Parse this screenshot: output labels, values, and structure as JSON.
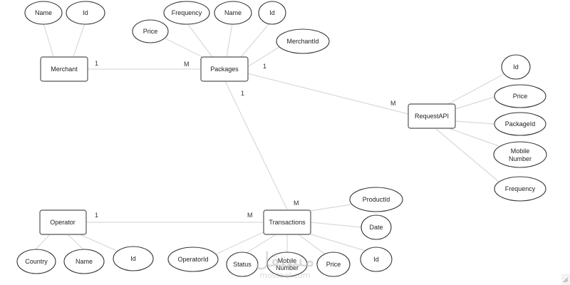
{
  "entities": {
    "merchant": "Merchant",
    "packages": "Packages",
    "requestapi": "RequestAPI",
    "operator": "Operator",
    "transactions": "Transactions"
  },
  "attributes": {
    "merchant_name": "Name",
    "merchant_id": "Id",
    "packages_price": "Price",
    "packages_frequency": "Frequency",
    "packages_name": "Name",
    "packages_id": "Id",
    "packages_merchantid": "MerchantId",
    "requestapi_id": "Id",
    "requestapi_price": "Price",
    "requestapi_packageid": "PackageId",
    "requestapi_mobile_1": "Mobile",
    "requestapi_mobile_2": "Number",
    "requestapi_frequency": "Frequency",
    "transactions_productid": "ProductId",
    "transactions_date": "Date",
    "transactions_id": "Id",
    "transactions_price": "Price",
    "transactions_mobile_1": "Mobile",
    "transactions_mobile_2": "Number",
    "transactions_status": "Status",
    "transactions_operatorid": "OperatorId",
    "operator_country": "Country",
    "operator_name": "Name",
    "operator_id": "Id"
  },
  "cardinalities": {
    "merchant_side": "1",
    "packages_side_merchant": "M",
    "packages_side_requestapi": "1",
    "requestapi_side": "M",
    "packages_side_transactions": "1",
    "transactions_side_packages": "M",
    "operator_side": "1",
    "transactions_side_operator": "M"
  },
  "watermark": {
    "arabic": "مستقل",
    "latin": "mostaql.com"
  }
}
